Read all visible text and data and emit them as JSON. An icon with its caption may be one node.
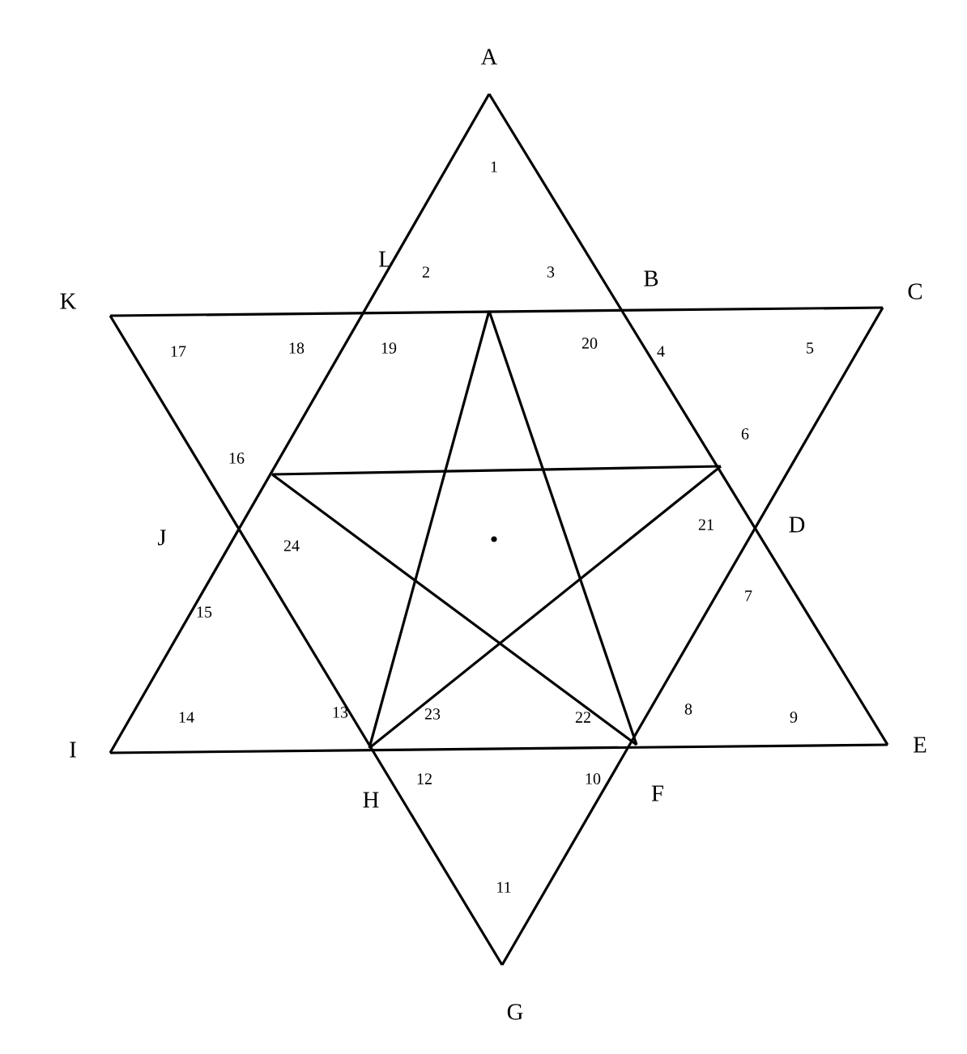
{
  "diagram": {
    "labels": [
      "A",
      "1",
      "L",
      "2",
      "3",
      "B",
      "K",
      "17",
      "18",
      "19",
      "20",
      "4",
      "5",
      "C",
      "16",
      "6",
      "J",
      "24",
      "21",
      "D",
      "15",
      "7",
      "I",
      "14",
      "13",
      "23",
      "22",
      "8",
      "9",
      "E",
      "H",
      "12",
      "10",
      "F",
      "11",
      "G"
    ]
  }
}
